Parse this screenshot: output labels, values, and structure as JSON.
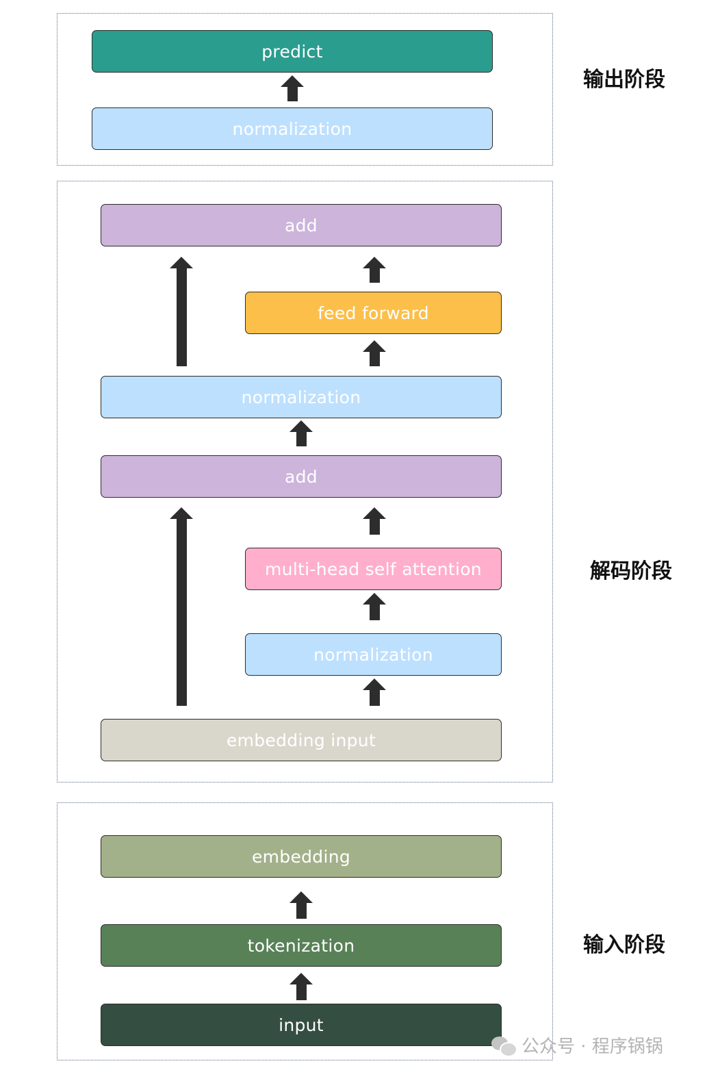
{
  "output_stage": {
    "label": "输出阶段",
    "predict": "predict",
    "normalization": "normalization"
  },
  "decode_stage": {
    "label": "解码阶段",
    "add_top": "add",
    "feed_forward": "feed forward",
    "normalization_mid": "normalization",
    "add_bottom": "add",
    "attention": "multi-head self attention",
    "normalization_low": "normalization",
    "embedding_input": "embedding input"
  },
  "input_stage": {
    "label": "输入阶段",
    "embedding": "embedding",
    "tokenization": "tokenization",
    "input": "input"
  },
  "watermark": {
    "text": "公众号 · 程序锅锅",
    "icon": "wechat-icon"
  },
  "colors": {
    "predict": "#2a9d8f",
    "normalization": "#bde0fe",
    "add": "#cdb4db",
    "feed_forward": "#fcbf49",
    "attention": "#ffafcc",
    "embedding_input": "#d9d7cc",
    "embedding": "#a3b18a",
    "tokenization": "#588157",
    "input": "#344e41",
    "arrow": "#2d2d2d"
  }
}
